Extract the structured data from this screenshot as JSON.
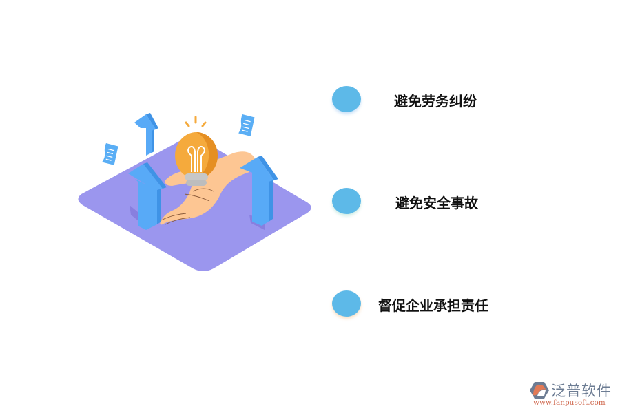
{
  "illustration": {
    "description": "isometric purple platform with hand holding light bulb, blue up arrows, floating documents",
    "colors": {
      "platform": "#9b96ee",
      "arrow": "#58aaf7",
      "arrow_side": "#3f93e6",
      "bulb": "#f5aa3c",
      "bulb_shade": "#e58f23",
      "bulb_base": "#c7c7c7",
      "hand": "#fdc693",
      "document": "#5aaef5"
    }
  },
  "items": [
    {
      "label": "避免劳务纠纷"
    },
    {
      "label": "避免安全事故"
    },
    {
      "label": "督促企业承担责任"
    }
  ],
  "dot_color": "#5db9e8",
  "logo": {
    "brand": "泛普软件",
    "url": "www.fanpusoft.com"
  }
}
